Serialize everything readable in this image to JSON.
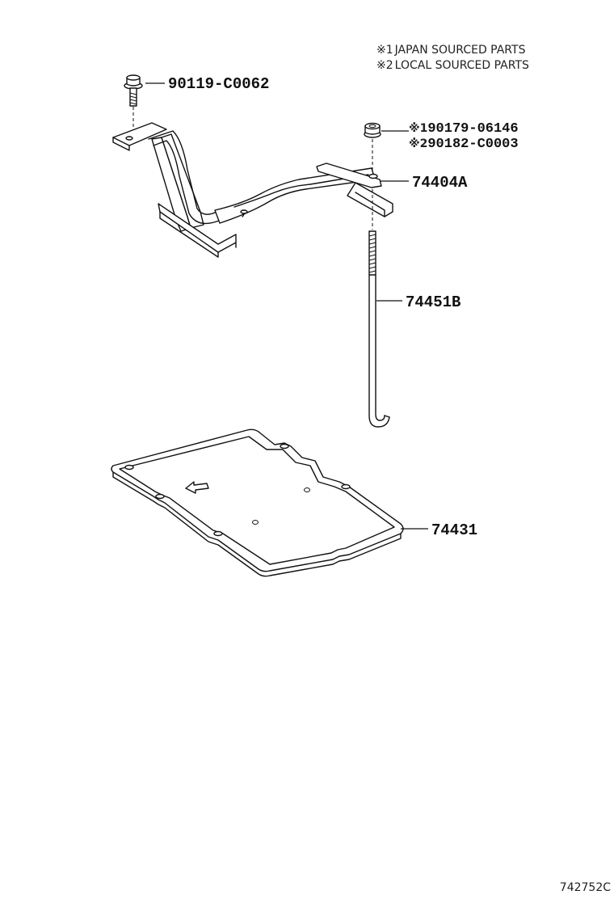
{
  "notes": [
    {
      "mark": "※1",
      "text": "JAPAN SOURCED PARTS"
    },
    {
      "mark": "※2",
      "text": "LOCAL SOURCED PARTS"
    }
  ],
  "parts": {
    "bolt": {
      "number": "90119-C0062"
    },
    "nut": {
      "variants": [
        {
          "mark": "※1",
          "number": "90179-06146"
        },
        {
          "mark": "※2",
          "number": "90182-C0003"
        }
      ]
    },
    "clamp": {
      "number": "74404A"
    },
    "rod": {
      "number": "74451B"
    },
    "tray": {
      "number": "74431"
    }
  },
  "reference_code": "742752C"
}
